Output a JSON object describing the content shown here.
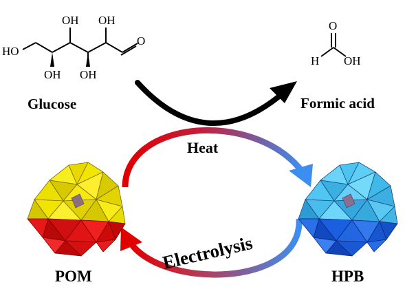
{
  "glucose": {
    "name": "Glucose",
    "atoms": {
      "ho_end": "HO",
      "oh_top1": "OH",
      "oh_top2": "OH",
      "oh_bot1": "OH",
      "oh_bot2": "OH",
      "aldehyde_o": "O"
    }
  },
  "formic_acid": {
    "name": "Formic acid",
    "atoms": {
      "o_top": "O",
      "h": "H",
      "oh": "OH"
    }
  },
  "arrows": {
    "top": "Heat",
    "bottom": "Electrolysis"
  },
  "species": {
    "left": {
      "label": "POM",
      "label_color": "#e00000",
      "top_color": "#f2e600",
      "bottom_color": "#e01010"
    },
    "right": {
      "label": "HPB",
      "label_color": "#3c8ff0",
      "top_color": "#4cc4f0",
      "bottom_color": "#1a5fe0"
    }
  },
  "colors": {
    "cycle_red": "#e00000",
    "cycle_blue": "#3c8ff0",
    "reaction_arrow": "#000000"
  }
}
